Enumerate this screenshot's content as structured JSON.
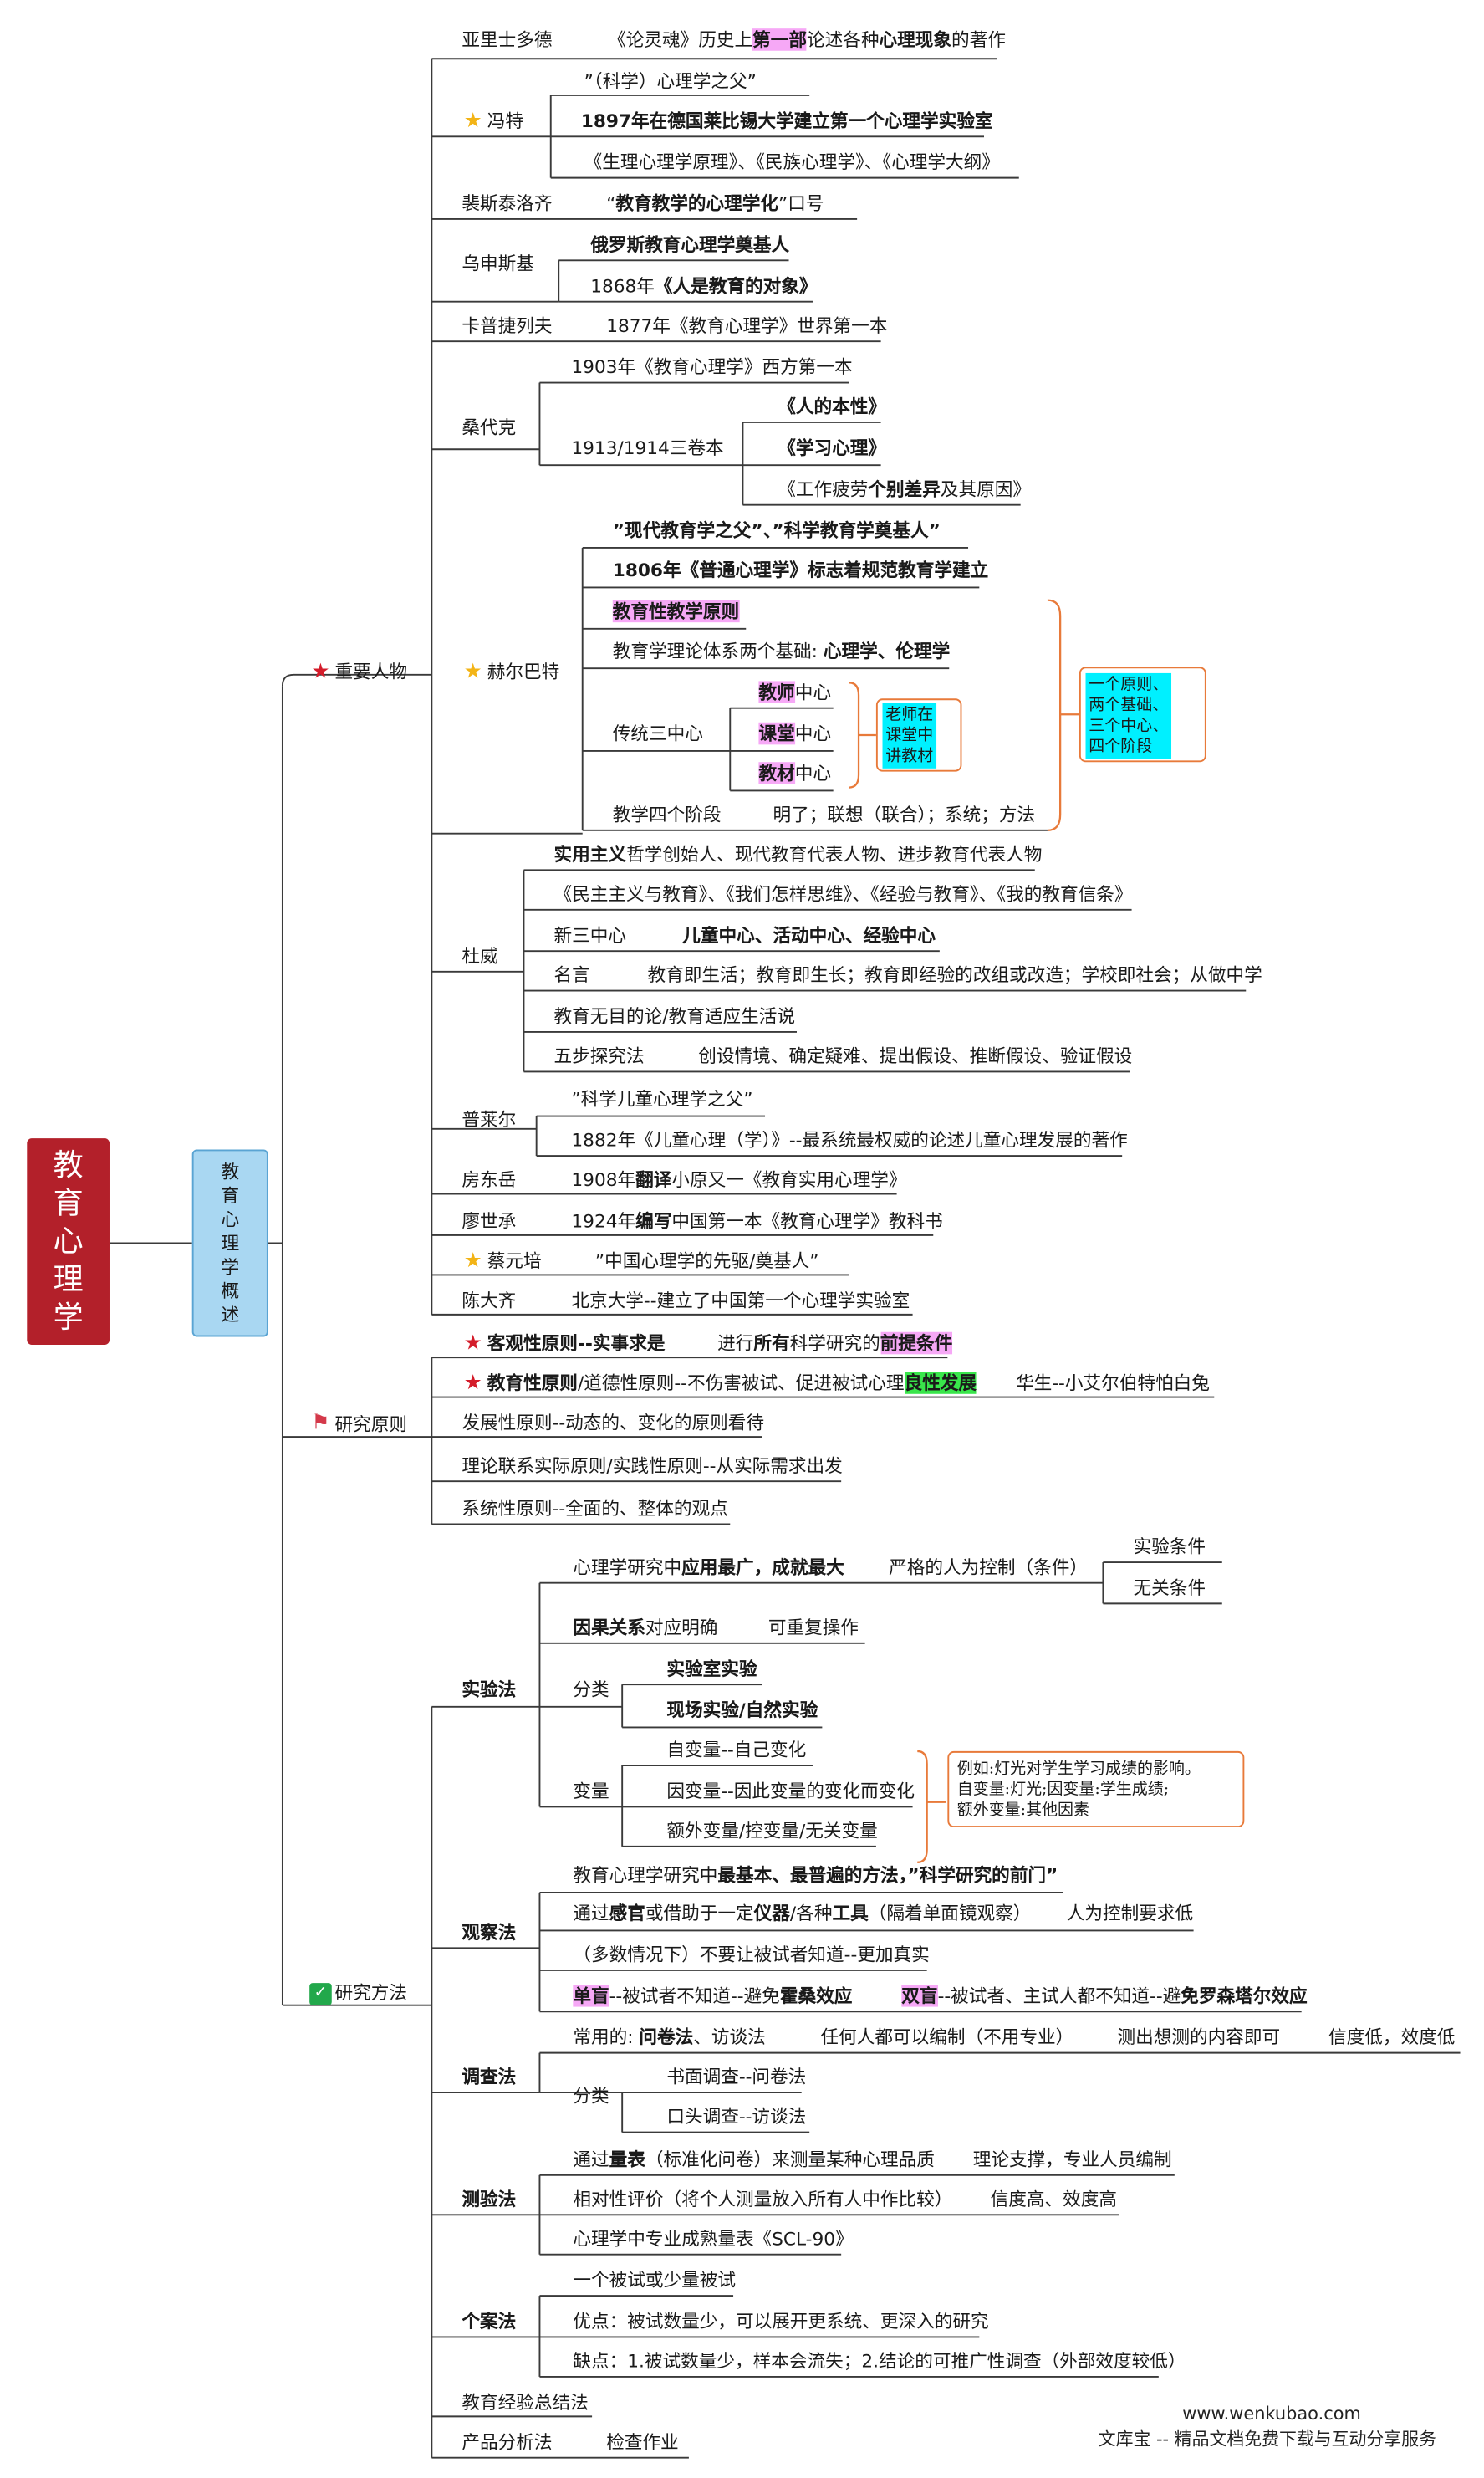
{
  "root": "教育心理学",
  "subtitle": "教育心理学概述",
  "sections": {
    "people": "重要人物",
    "principles": "研究原则",
    "methods": "研究方法"
  },
  "people": {
    "aristotle": {
      "name": "亚里士多德",
      "d1a": "《论灵魂》历史上",
      "d1b": "第一部",
      "d1c": "论述各种",
      "d1d": "心理现象",
      "d1e": "的著作"
    },
    "wundt": {
      "name": "冯特",
      "d1": "”（科学）心理学之父”",
      "d2": "1897年在德国莱比锡大学建立第一个心理学实验室",
      "d3": "《生理心理学原理》、《民族心理学》、《心理学大纲》"
    },
    "pestalozzi": {
      "name": "裴斯泰洛齐",
      "d1a": "“",
      "d1b": "教育教学的心理学化",
      "d1c": "”口号"
    },
    "ushinsky": {
      "name": "乌申斯基",
      "d1": "俄罗斯教育心理学奠基人",
      "d2a": "1868年",
      "d2b": "《人是教育的对象》"
    },
    "kapterev": {
      "name": "卡普捷列夫",
      "d1": "1877年《教育心理学》世界第一本"
    },
    "thorndike": {
      "name": "桑代克",
      "d1": "1903年《教育心理学》西方第一本",
      "d2": "1913/1914三卷本",
      "b1": "《人的本性》",
      "b2": "《学习心理》",
      "b3a": "《工作疲劳",
      "b3b": "个别差异",
      "b3c": "及其原因》"
    },
    "herbart": {
      "name": "赫尔巴特",
      "d1": "”现代教育学之父”、”科学教育学奠基人”",
      "d2": "1806年《普通心理学》标志着规范教育学建立",
      "d3": "教育性教学原则",
      "d4a": "教育学理论体系两个基础: ",
      "d4b": "心理学、伦理学",
      "d5": "传统三中心",
      "c1a": "教师",
      "c2a": "课堂",
      "c3a": "教材",
      "cs": "中心",
      "d6": "教学四个阶段",
      "d6b": "明了；联想（联合）；系统；方法",
      "note1": "老师在\n课堂中\n讲教材",
      "note2": "一个原则、\n两个基础、\n三个中心、\n四个阶段"
    },
    "dewey": {
      "name": "杜威",
      "d1a": "实用主义",
      "d1b": "哲学创始人、现代教育代表人物、进步教育代表人物",
      "d2": "《民主主义与教育》、《我们怎样思维》、《经验与教育》、《我的教育信条》",
      "d3": "新三中心",
      "d3b": "儿童中心、活动中心、经验中心",
      "d4": "名言",
      "d4b": "教育即生活；教育即生长；教育即经验的改组或改造；学校即社会；从做中学",
      "d5": "教育无目的论/教育适应生活说",
      "d6": "五步探究法",
      "d6b": "创设情境、确定疑难、提出假设、推断假设、验证假设"
    },
    "preyer": {
      "name": "普莱尔",
      "d1": "”科学儿童心理学之父”",
      "d2": "1882年《儿童心理（学）》--最系统最权威的论述儿童心理发展的著作"
    },
    "fang": {
      "name": "房东岳",
      "d1a": "1908年",
      "d1b": "翻译",
      "d1c": "小原又一《教育实用心理学》"
    },
    "liao": {
      "name": "廖世承",
      "d1a": "1924年",
      "d1b": "编写",
      "d1c": "中国第一本《教育心理学》教科书"
    },
    "cai": {
      "name": "蔡元培",
      "d1": "”中国心理学的先驱/奠基人”"
    },
    "chen": {
      "name": "陈大齐",
      "d1": "北京大学--建立了中国第一个心理学实验室"
    }
  },
  "principles": {
    "p1a": "客观性原则--实事求是",
    "p1b": "进行",
    "p1c": "所有",
    "p1d": "科学研究的",
    "p1e": "前提条件",
    "p2a": "教育性原则",
    "p2b": "/道德性原则--不伤害被试、促进被试心理",
    "p2c": "良性发展",
    "p2d": "华生--小艾尔伯特怕白兔",
    "p3": "发展性原则--动态的、变化的原则看待",
    "p4": "理论联系实际原则/实践性原则--从实际需求出发",
    "p5": "系统性原则--全面的、整体的观点"
  },
  "methods": {
    "exp": {
      "name": "实验法",
      "d1a": "心理学研究中",
      "d1b": "应用最广，成就最大",
      "d1c": "严格的人为控制（条件）",
      "c1": "实验条件",
      "c2": "无关条件",
      "d2a": "因果关系",
      "d2b": "对应明确",
      "d2c": "可重复操作",
      "d3": "分类",
      "k1": "实验室实验",
      "k2": "现场实验/自然实验",
      "d4": "变量",
      "v1": "自变量--自己变化",
      "v2": "因变量--因此变量的变化而变化",
      "v3": "额外变量/控变量/无关变量",
      "note": "例如:灯光对学生学习成绩的影响。\n自变量:灯光;因变量:学生成绩;\n额外变量:其他因素"
    },
    "obs": {
      "name": "观察法",
      "d1a": "教育心理学研究中",
      "d1b": "最基本、最普遍的方法，”科学研究的前门”",
      "d2a": "通过",
      "d2b": "感官",
      "d2c": "或借助于一定",
      "d2d": "仪器",
      "d2e": "/各种",
      "d2f": "工具",
      "d2g": "（隔着单面镜观察）",
      "d2h": "人为控制要求低",
      "d3": "（多数情况下）不要让被试者知道--更加真实",
      "d4a": "单盲",
      "d4b": "--被试者不知道--避免",
      "d4c": "霍桑效应",
      "d4d": "双盲",
      "d4e": "--被试者、主试人都不知道--避",
      "d4f": "免罗森塔尔效应"
    },
    "sur": {
      "name": "调查法",
      "d1a": "常用的: ",
      "d1b": "问卷法",
      "d1c": "、访谈法",
      "d1d": "任何人都可以编制（不用专业）",
      "d1e": "测出想测的内容即可",
      "d1f": "信度低，效度低",
      "d2": "分类",
      "k1": "书面调查--问卷法",
      "k2": "口头调查--访谈法"
    },
    "test": {
      "name": "测验法",
      "d1a": "通过",
      "d1b": "量表",
      "d1c": "（标准化问卷）来测量某种心理品质",
      "d1d": "理论支撑，专业人员编制",
      "d2": "相对性评价（将个人测量放入所有人中作比较）",
      "d2b": "信度高、效度高",
      "d3": "心理学中专业成熟量表《SCL-90》"
    },
    "case": {
      "name": "个案法",
      "d1": "一个被试或少量被试",
      "d2": "优点：被试数量少，可以展开更系统、更深入的研究",
      "d3": "缺点：1.被试数量少，样本会流失；2.结论的可推广性调查（外部效度较低）"
    },
    "exp2": "教育经验总结法",
    "prod": {
      "name": "产品分析法",
      "d1": "检查作业"
    }
  },
  "watermark": {
    "url": "www.wenkubao.com",
    "line": "文库宝 -- 精品文档免费下载与互动分享服务"
  },
  "colors": {
    "root_bg": "#b3202a",
    "sub_bg": "#a9d7f2",
    "highlight_pink": "#f6a8f6",
    "highlight_green": "#39e64b",
    "note_cyan": "#00f0ff",
    "bracket_orange": "#e87a3a"
  }
}
